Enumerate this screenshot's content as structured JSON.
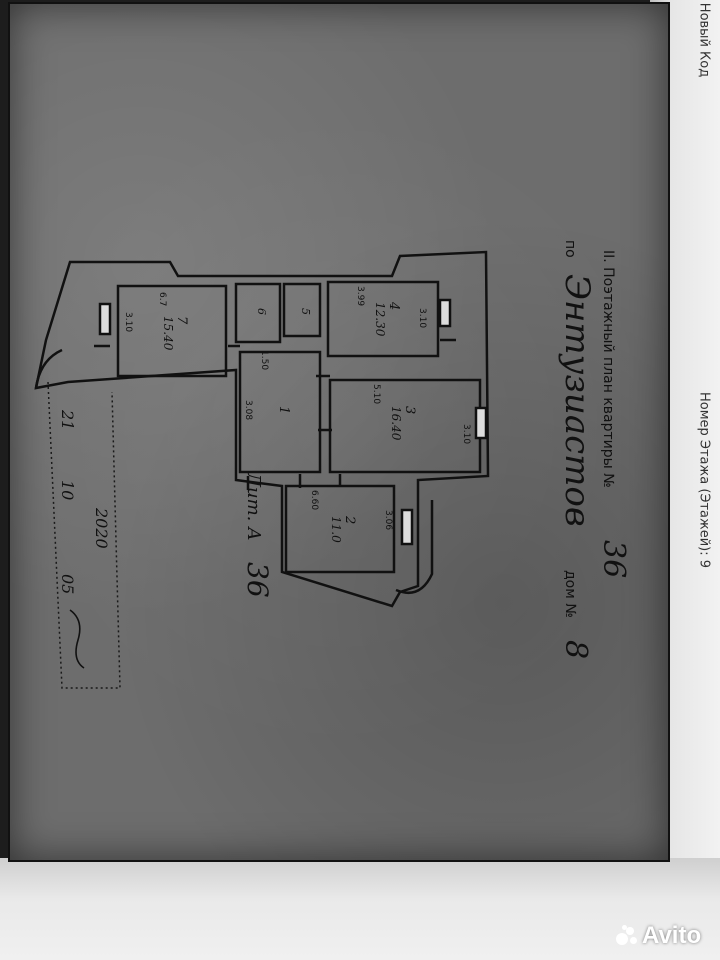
{
  "document": {
    "heading": "II. Поэтажный план квартиры №",
    "apartment_no": "36",
    "street_prefix": "по",
    "street": "Энтузиастов",
    "house_label": "дом №",
    "house_no": "8",
    "sheet_label": "Лит. А",
    "sheet_no": "36",
    "scale_values": [
      "21",
      "10",
      "2020",
      "05"
    ],
    "margin_stamp": "Номер Этажа (Этажей): 9",
    "margin_stamp_top": "Новый Код"
  },
  "rooms": [
    {
      "id": "7",
      "area": "15.40"
    },
    {
      "id": "6",
      "area": ""
    },
    {
      "id": "5",
      "area": ""
    },
    {
      "id": "4",
      "area": "12.30"
    },
    {
      "id": "1",
      "area": ""
    },
    {
      "id": "3",
      "area": "16.40"
    },
    {
      "id": "2",
      "area": "11.0"
    }
  ],
  "dimensions": [
    "3.10",
    "3.10",
    "3.10",
    "1.50",
    "3.08",
    "5.10",
    "6.60",
    "3.06",
    "3.99",
    "6.7"
  ],
  "watermark": {
    "brand": "Avito"
  }
}
